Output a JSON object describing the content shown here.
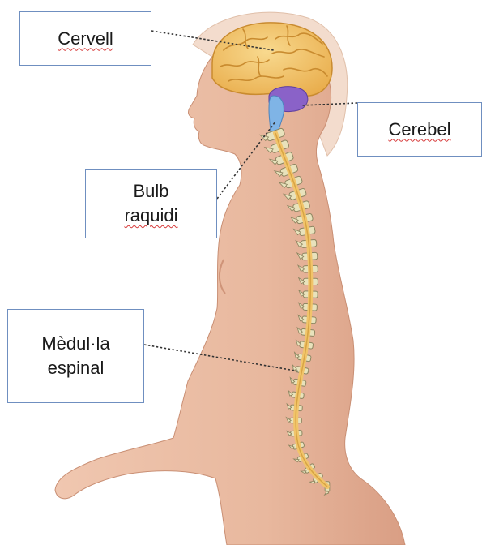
{
  "labels": {
    "cervell": "Cervell",
    "cerebel": "Cerebel",
    "bulb": [
      "Bulb",
      "raquidi"
    ],
    "medul": [
      "Mèdul·la",
      "espinal"
    ]
  },
  "colors": {
    "skin": "#e9bba1",
    "skin_shadow": "#d59c80",
    "hair": "#f3dccd",
    "brain": "#f3c56b",
    "brain_fold": "#d79a3a",
    "cerebellum": "#8a62c8",
    "brainstem": "#7fb4e6",
    "spinal_cord": "#f1c46a",
    "vertebra": "#e8e2bc",
    "vertebra_outline": "#8c8560",
    "box_border": "#6f8fc0",
    "leader_line": "#333333"
  }
}
